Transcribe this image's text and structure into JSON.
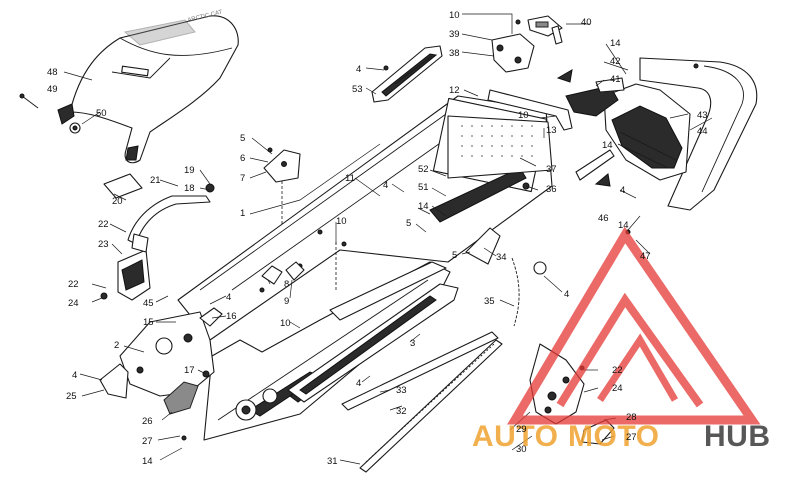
{
  "callouts": [
    {
      "id": "c-10a",
      "label": "10"
    },
    {
      "id": "c-40",
      "label": "40"
    },
    {
      "id": "c-39",
      "label": "39"
    },
    {
      "id": "c-38",
      "label": "38"
    },
    {
      "id": "c-14a",
      "label": "14"
    },
    {
      "id": "c-42",
      "label": "42"
    },
    {
      "id": "c-41",
      "label": "41"
    },
    {
      "id": "c-43",
      "label": "43"
    },
    {
      "id": "c-44",
      "label": "44"
    },
    {
      "id": "c-48",
      "label": "48"
    },
    {
      "id": "c-49",
      "label": "49"
    },
    {
      "id": "c-50",
      "label": "50"
    },
    {
      "id": "c-4a",
      "label": "4"
    },
    {
      "id": "c-53",
      "label": "53"
    },
    {
      "id": "c-12",
      "label": "12"
    },
    {
      "id": "c-10b",
      "label": "10"
    },
    {
      "id": "c-13",
      "label": "13"
    },
    {
      "id": "c-5a",
      "label": "5"
    },
    {
      "id": "c-6",
      "label": "6"
    },
    {
      "id": "c-7",
      "label": "7"
    },
    {
      "id": "c-11",
      "label": "11"
    },
    {
      "id": "c-4b",
      "label": "4"
    },
    {
      "id": "c-52",
      "label": "52"
    },
    {
      "id": "c-37",
      "label": "37"
    },
    {
      "id": "c-14b",
      "label": "14"
    },
    {
      "id": "c-51",
      "label": "51"
    },
    {
      "id": "c-36",
      "label": "36"
    },
    {
      "id": "c-14c",
      "label": "14"
    },
    {
      "id": "c-19",
      "label": "19"
    },
    {
      "id": "c-18",
      "label": "18"
    },
    {
      "id": "c-21",
      "label": "21"
    },
    {
      "id": "c-20",
      "label": "20"
    },
    {
      "id": "c-1",
      "label": "1"
    },
    {
      "id": "c-10c",
      "label": "10"
    },
    {
      "id": "c-4c",
      "label": "4"
    },
    {
      "id": "c-46",
      "label": "46"
    },
    {
      "id": "c-14d",
      "label": "14"
    },
    {
      "id": "c-5b",
      "label": "5"
    },
    {
      "id": "c-22a",
      "label": "22"
    },
    {
      "id": "c-23",
      "label": "23"
    },
    {
      "id": "c-8",
      "label": "8"
    },
    {
      "id": "c-9",
      "label": "9"
    },
    {
      "id": "c-5c",
      "label": "5"
    },
    {
      "id": "c-34",
      "label": "34"
    },
    {
      "id": "c-47",
      "label": "47"
    },
    {
      "id": "c-22b",
      "label": "22"
    },
    {
      "id": "c-24a",
      "label": "24"
    },
    {
      "id": "c-4d",
      "label": "4"
    },
    {
      "id": "c-35",
      "label": "35"
    },
    {
      "id": "c-4e",
      "label": "4"
    },
    {
      "id": "c-45",
      "label": "45"
    },
    {
      "id": "c-16",
      "label": "16"
    },
    {
      "id": "c-15",
      "label": "15"
    },
    {
      "id": "c-10d",
      "label": "10"
    },
    {
      "id": "c-2",
      "label": "2"
    },
    {
      "id": "c-3",
      "label": "3"
    },
    {
      "id": "c-17",
      "label": "17"
    },
    {
      "id": "c-4f",
      "label": "4"
    },
    {
      "id": "c-25",
      "label": "25"
    },
    {
      "id": "c-4g",
      "label": "4"
    },
    {
      "id": "c-33",
      "label": "33"
    },
    {
      "id": "c-22c",
      "label": "22"
    },
    {
      "id": "c-24b",
      "label": "24"
    },
    {
      "id": "c-26",
      "label": "26"
    },
    {
      "id": "c-27a",
      "label": "27"
    },
    {
      "id": "c-32",
      "label": "32"
    },
    {
      "id": "c-28",
      "label": "28"
    },
    {
      "id": "c-29",
      "label": "29"
    },
    {
      "id": "c-27b",
      "label": "27"
    },
    {
      "id": "c-30",
      "label": "30"
    },
    {
      "id": "c-14e",
      "label": "14"
    },
    {
      "id": "c-31",
      "label": "31"
    }
  ],
  "watermark": {
    "word_part1": "AUTO",
    "word_part2": "MOTO",
    "word_part3": "HUB",
    "color_primary": "#e53935",
    "color_secondary": "#f0a22e",
    "color_tertiary": "#3a3a3a"
  }
}
